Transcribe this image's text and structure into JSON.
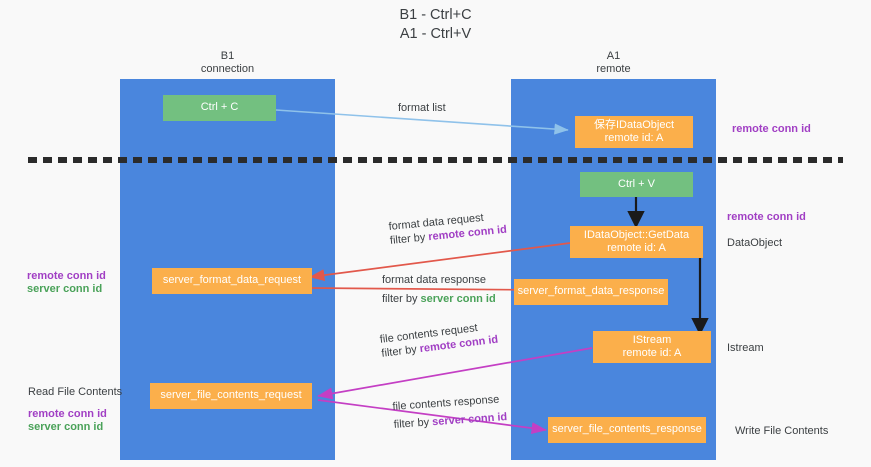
{
  "title": {
    "line1": "B1 - Ctrl+C",
    "line2": "A1 - Ctrl+V"
  },
  "columns": [
    {
      "name": "B1",
      "role": "connection"
    },
    {
      "name": "A1",
      "role": "remote"
    }
  ],
  "nodes": {
    "ctrl_c": {
      "label": "Ctrl + C",
      "color": "#73c080"
    },
    "save_idataobject": {
      "line1": "保存IDataObject",
      "line2": "remote id: A",
      "color": "#fbaf4b"
    },
    "ctrl_v": {
      "label": "Ctrl + V",
      "color": "#73c080"
    },
    "getdata": {
      "line1": "IDataObject::GetData",
      "line2": "remote id: A",
      "color": "#fbaf4b"
    },
    "server_format_data_request": {
      "label": "server_format_data_request",
      "color": "#fbaf4b"
    },
    "server_format_data_response": {
      "label": "server_format_data_response",
      "color": "#fbaf4b"
    },
    "istream": {
      "line1": "IStream",
      "line2": "remote id: A",
      "color": "#fbaf4b"
    },
    "server_file_contents_request": {
      "label": "server_file_contents_request",
      "color": "#fbaf4b"
    },
    "server_file_contents_response": {
      "label": "server_file_contents_response",
      "color": "#fbaf4b"
    }
  },
  "edges": {
    "format_list": {
      "text": "format list",
      "color": "#8fc2ea"
    },
    "format_data_request": {
      "line1": "format data request",
      "line2_prefix": "filter by ",
      "line2_key": "remote conn id",
      "color": "#e2584b"
    },
    "format_data_response": {
      "line1": "format data response",
      "line2_prefix": "filter by ",
      "line2_key": "server conn id",
      "color": "#e2584b"
    },
    "file_contents_request": {
      "line1": "file contents request",
      "line2_prefix": "filter by ",
      "line2_key": "remote conn id",
      "color": "#c43fc4"
    },
    "file_contents_response": {
      "line1": "file contents response",
      "line2_prefix": "filter by ",
      "line2_key": "server conn id",
      "color": "#c43fc4"
    }
  },
  "annotations": {
    "right_remote_conn_id_top": "remote conn id",
    "right_remote_conn_id_mid": "remote conn id",
    "right_dataobject": "DataObject",
    "right_istream": "Istream",
    "right_write_file_contents": "Write File Contents",
    "left_remote_conn_id_mid": "remote conn id",
    "left_server_conn_id_mid": "server conn id",
    "left_read_file_contents": "Read File Contents",
    "left_remote_conn_id_bottom": "remote conn id",
    "left_server_conn_id_bottom": "server conn id"
  },
  "colors": {
    "lane": "#4a86dd",
    "green_node": "#73c080",
    "orange_node": "#fbaf4b",
    "purple": "#a13fc4",
    "green_text": "#4aa259",
    "red_arrow": "#e2584b",
    "magenta_arrow": "#c43fc4",
    "blue_arrow": "#8fc2ea",
    "background": "#f9f9f9"
  }
}
